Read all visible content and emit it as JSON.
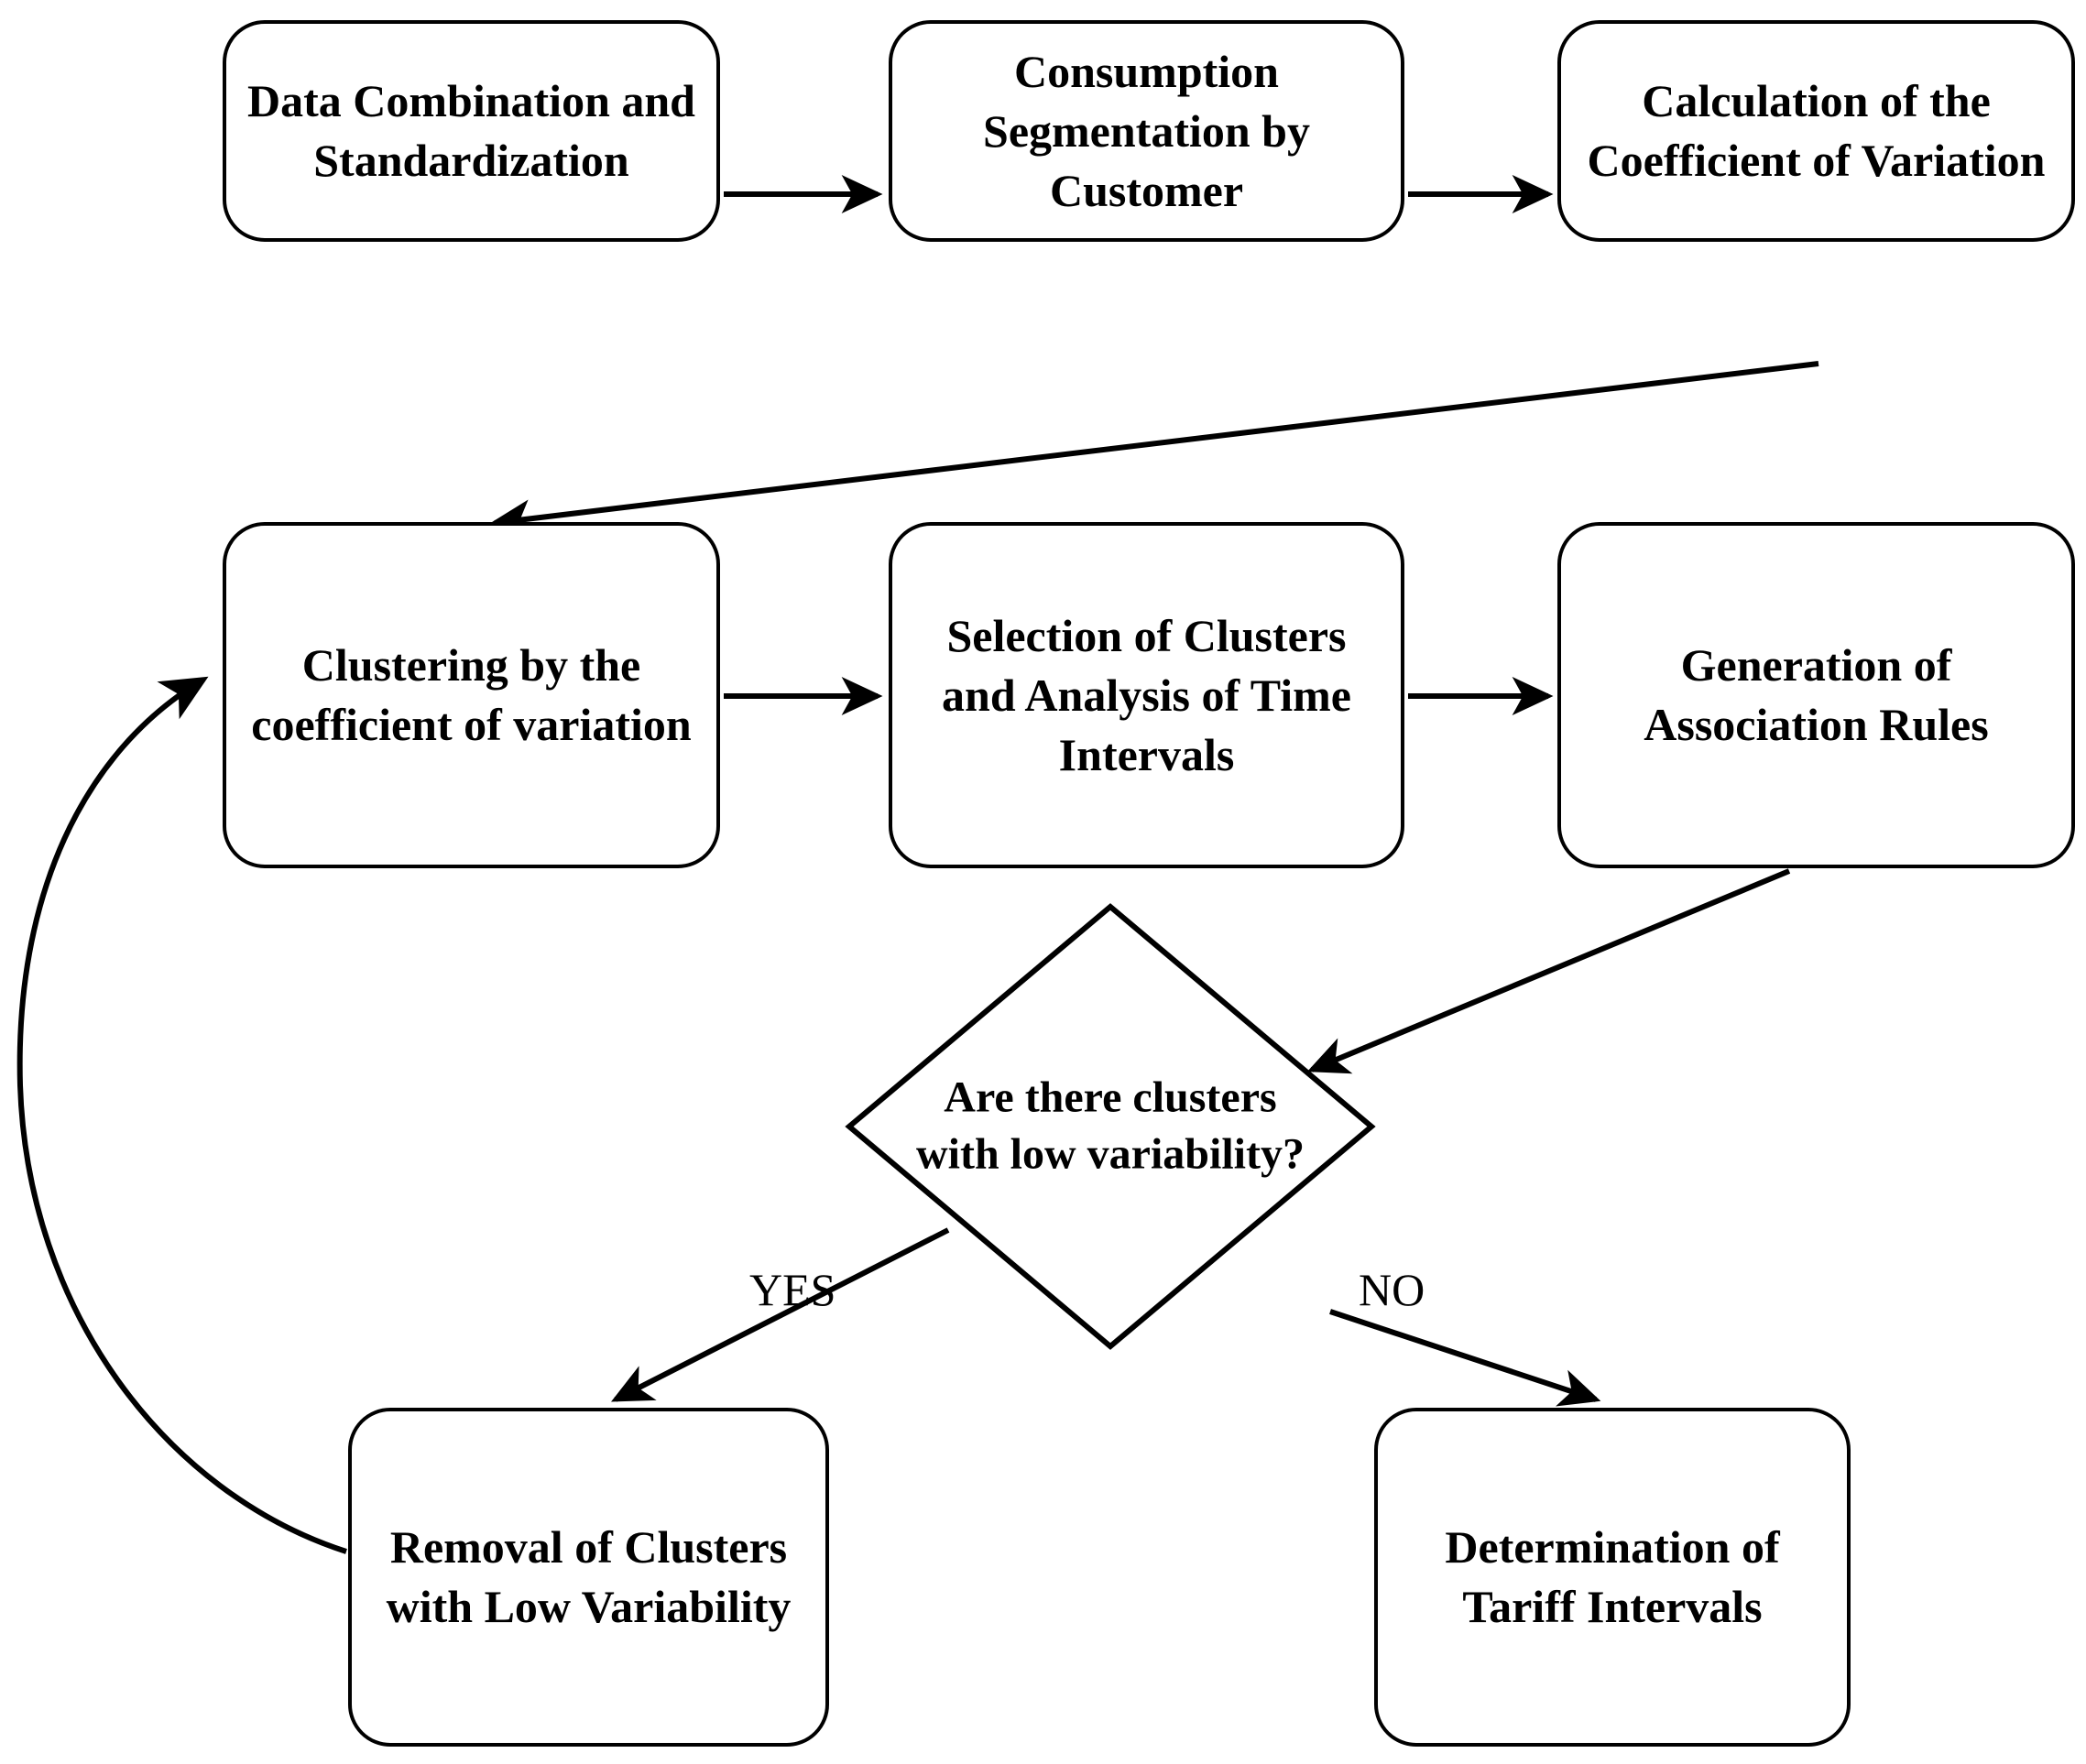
{
  "diagram": {
    "title": "Consumption clustering and tariff interval determination flowchart",
    "colors": {
      "stroke": "#000000",
      "fill": "#ffffff",
      "text": "#000000"
    },
    "nodes": [
      {
        "id": "data_combination",
        "shape": "rounded-rect",
        "label": "Data Combination and Standardization"
      },
      {
        "id": "consumption_seg",
        "shape": "rounded-rect",
        "label": "Consumption Segmentation by Customer"
      },
      {
        "id": "coeff_variation",
        "shape": "rounded-rect",
        "label": "Calculation of the Coefficient of Variation"
      },
      {
        "id": "clustering",
        "shape": "rounded-rect",
        "label": "Clustering by the coefficient of variation"
      },
      {
        "id": "selection_clusters",
        "shape": "rounded-rect",
        "label": "Selection of Clusters and Analysis of Time Intervals"
      },
      {
        "id": "association_rules",
        "shape": "rounded-rect",
        "label": "Generation of Association Rules"
      },
      {
        "id": "decision",
        "shape": "diamond",
        "label": "Are there clusters with low variability?"
      },
      {
        "id": "removal_clusters",
        "shape": "rounded-rect",
        "label": "Removal of Clusters with Low Variability"
      },
      {
        "id": "tariff_intervals",
        "shape": "rounded-rect",
        "label": "Determination of Tariff Intervals"
      }
    ],
    "edges": [
      {
        "id": "e1",
        "from": "data_combination",
        "to": "consumption_seg",
        "label": ""
      },
      {
        "id": "e2",
        "from": "consumption_seg",
        "to": "coeff_variation",
        "label": ""
      },
      {
        "id": "e3",
        "from": "coeff_variation",
        "to": "clustering",
        "label": ""
      },
      {
        "id": "e4",
        "from": "clustering",
        "to": "selection_clusters",
        "label": ""
      },
      {
        "id": "e5",
        "from": "selection_clusters",
        "to": "association_rules",
        "label": ""
      },
      {
        "id": "e6",
        "from": "association_rules",
        "to": "decision",
        "label": ""
      },
      {
        "id": "e7",
        "from": "decision",
        "to": "removal_clusters",
        "label": "YES"
      },
      {
        "id": "e8",
        "from": "decision",
        "to": "tariff_intervals",
        "label": "NO"
      },
      {
        "id": "e9",
        "from": "removal_clusters",
        "to": "clustering",
        "label": ""
      }
    ],
    "edge_labels": {
      "yes": "YES",
      "no": "NO"
    }
  }
}
